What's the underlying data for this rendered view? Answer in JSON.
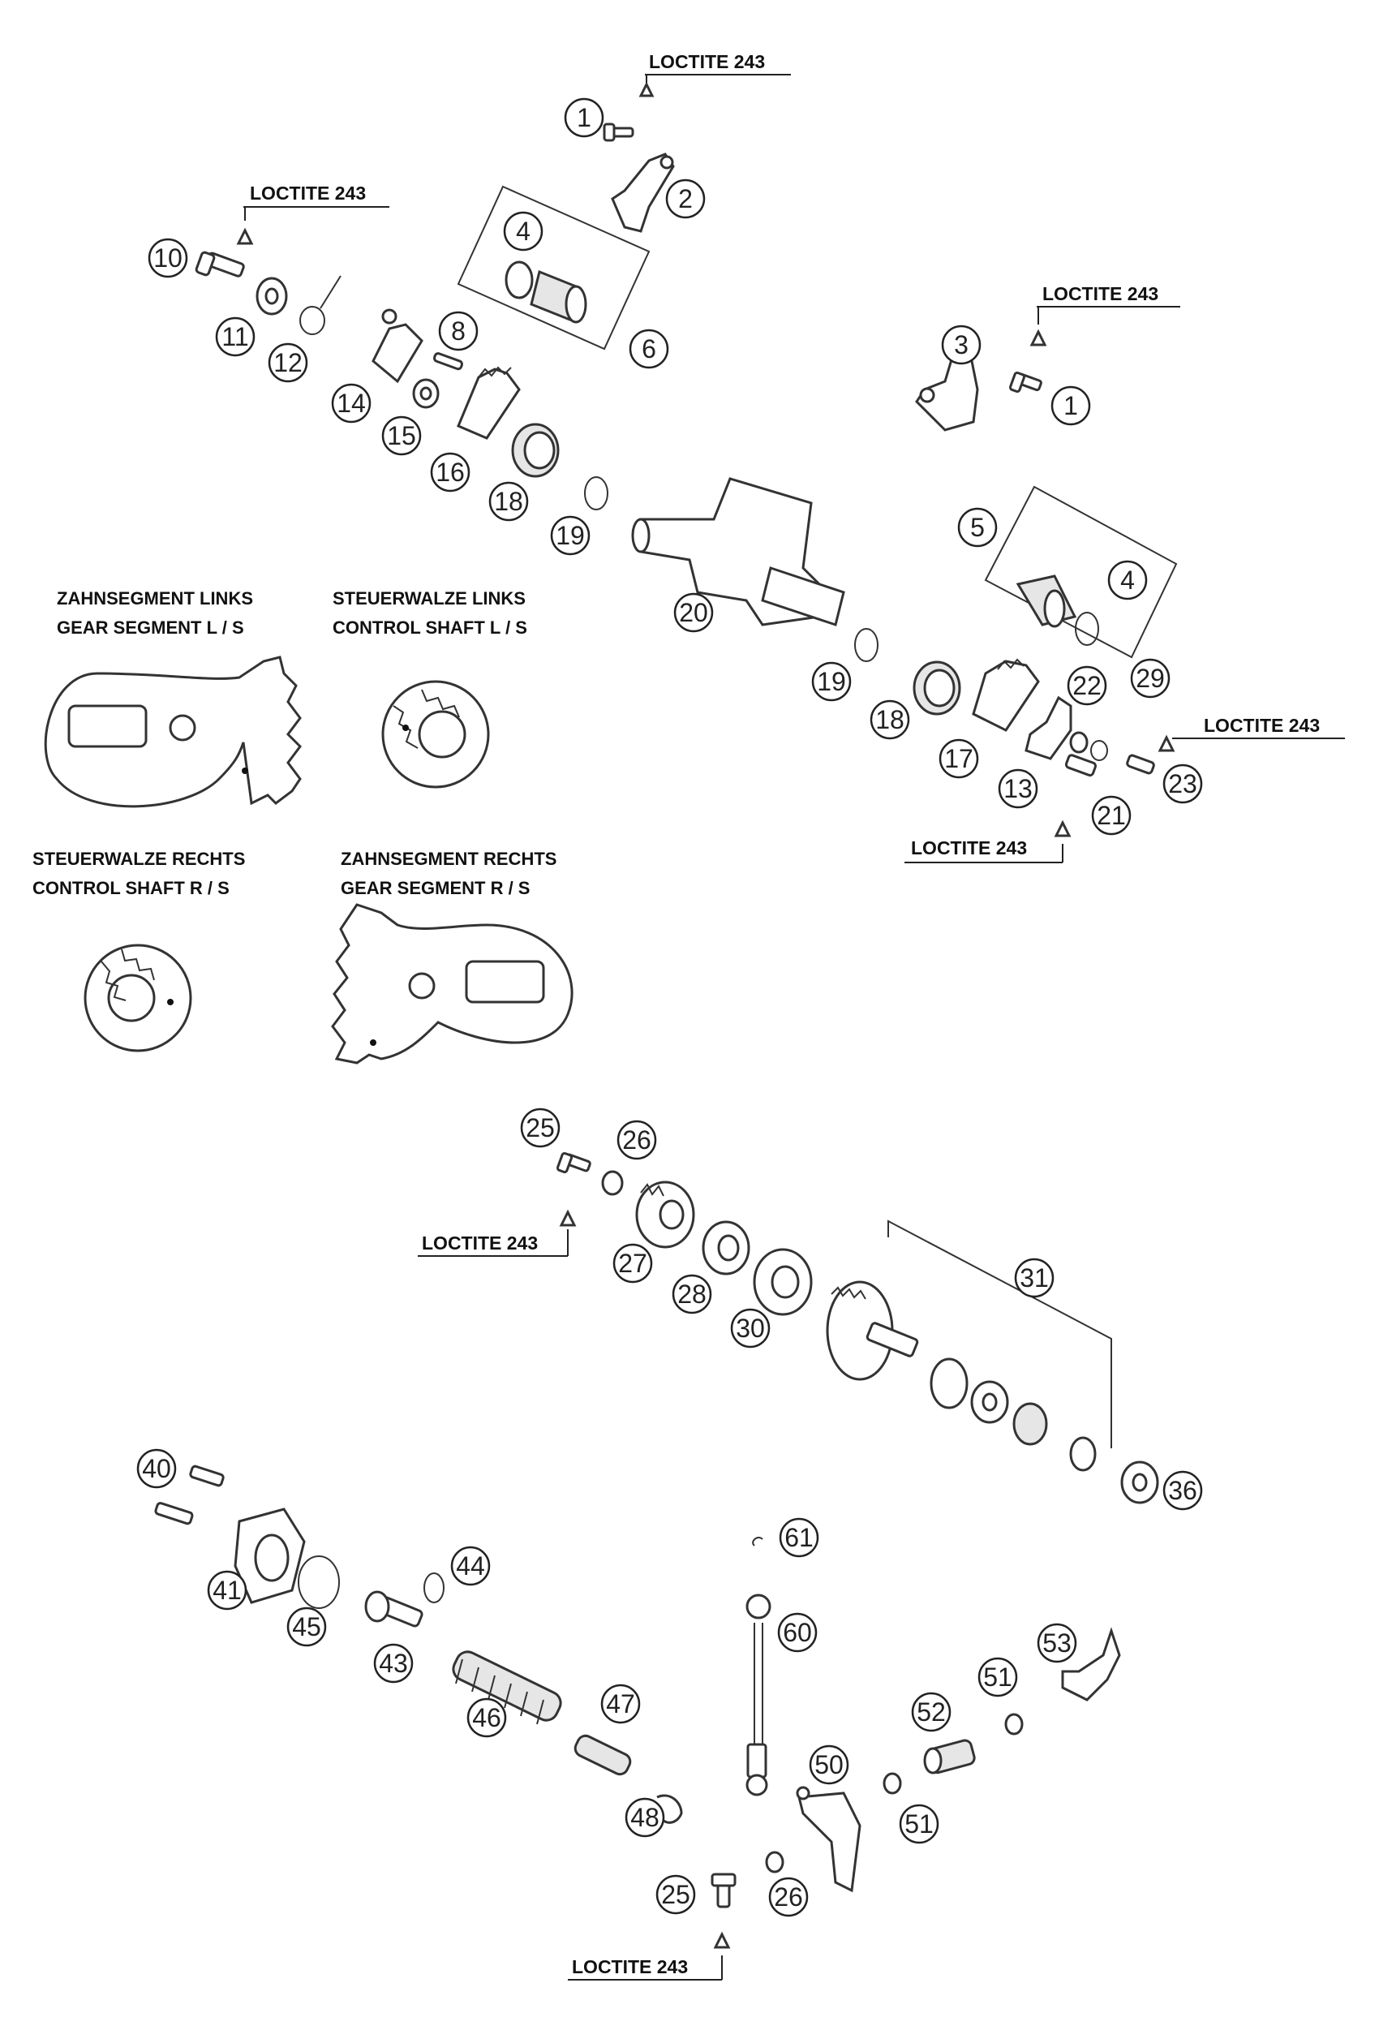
{
  "callout_text": "LOCTITE 243",
  "captions": {
    "gear_segment_left": [
      "ZAHNSEGMENT LINKS",
      "GEAR SEGMENT L / S"
    ],
    "control_shaft_left": [
      "STEUERWALZE LINKS",
      "CONTROL SHAFT L / S"
    ],
    "control_shaft_right": [
      "STEUERWALZE RECHTS",
      "CONTROL SHAFT R / S"
    ],
    "gear_segment_right": [
      "ZAHNSEGMENT RECHTS",
      "GEAR SEGMENT R / S"
    ]
  },
  "part_labels": [
    "1",
    "2",
    "4",
    "6",
    "10",
    "11",
    "12",
    "8",
    "14",
    "15",
    "16",
    "18",
    "19",
    "3",
    "1",
    "5",
    "4",
    "20",
    "19",
    "18",
    "17",
    "22",
    "29",
    "13",
    "21",
    "23",
    "25",
    "26",
    "27",
    "28",
    "30",
    "31",
    "36",
    "40",
    "41",
    "45",
    "44",
    "43",
    "46",
    "47",
    "48",
    "61",
    "60",
    "53",
    "51",
    "52",
    "51",
    "50",
    "25",
    "26"
  ]
}
